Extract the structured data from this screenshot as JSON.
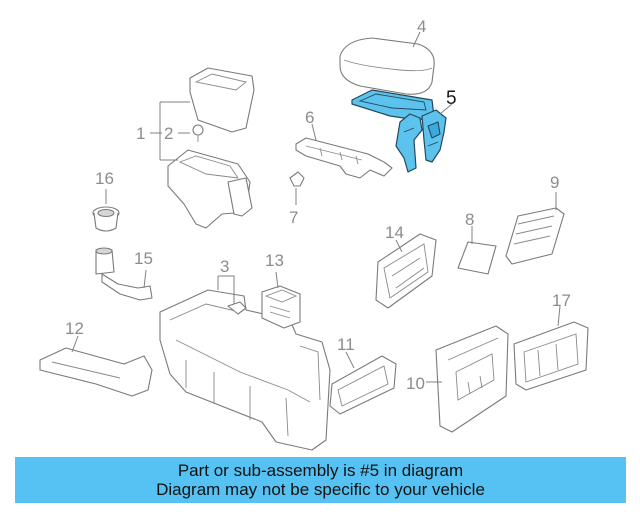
{
  "caption": {
    "line1": "Part or sub-assembly is #5 in diagram",
    "line2": "Diagram may not be specific to your vehicle",
    "background": "#56c2f3"
  },
  "highlight": {
    "part_number": "5",
    "color": "#5bc3ee"
  },
  "callouts": {
    "c1": "1",
    "c2": "2",
    "c3": "3",
    "c4": "4",
    "c5": "5",
    "c6": "6",
    "c7": "7",
    "c8": "8",
    "c9": "9",
    "c10": "10",
    "c11": "11",
    "c12": "12",
    "c13": "13",
    "c14": "14",
    "c15": "15",
    "c16": "16",
    "c17": "17"
  }
}
